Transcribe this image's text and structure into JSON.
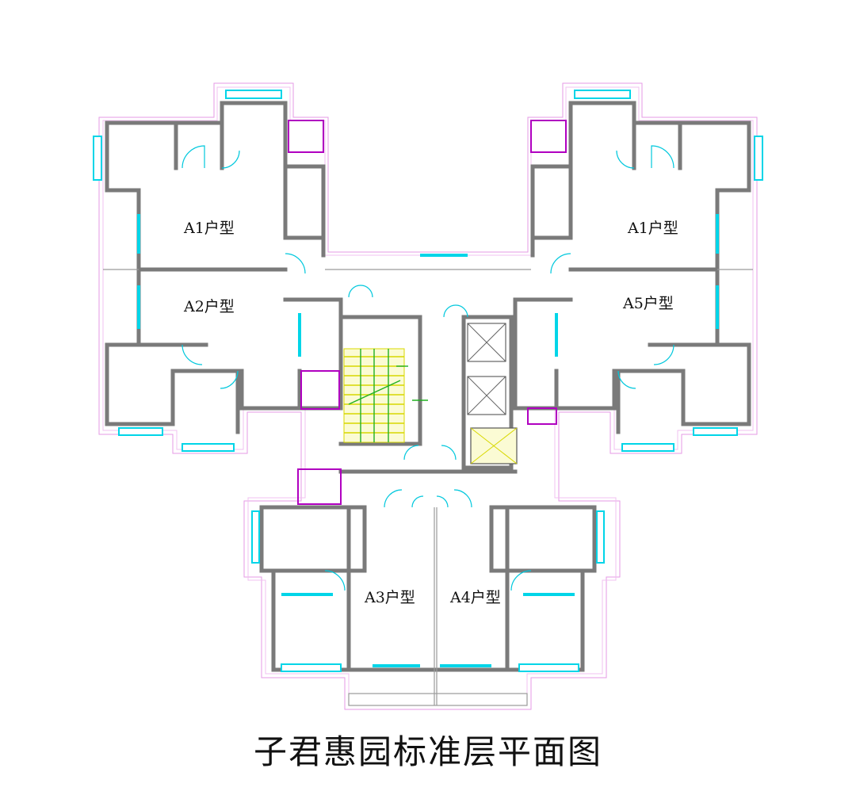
{
  "diagram": {
    "title": "子君惠园标准层平面图",
    "units": [
      {
        "id": "a1-left",
        "label": "A1户型"
      },
      {
        "id": "a1-right",
        "label": "A1户型"
      },
      {
        "id": "a2",
        "label": "A2户型"
      },
      {
        "id": "a5",
        "label": "A5户型"
      },
      {
        "id": "a3",
        "label": "A3户型"
      },
      {
        "id": "a4",
        "label": "A4户型"
      }
    ]
  },
  "colors": {
    "wall": "#7a7a7a",
    "window": "#00d5e8",
    "outline": "#e59ae6",
    "duct": "#b000c0",
    "stairs": "#d8d800",
    "arrow": "#20b020"
  }
}
